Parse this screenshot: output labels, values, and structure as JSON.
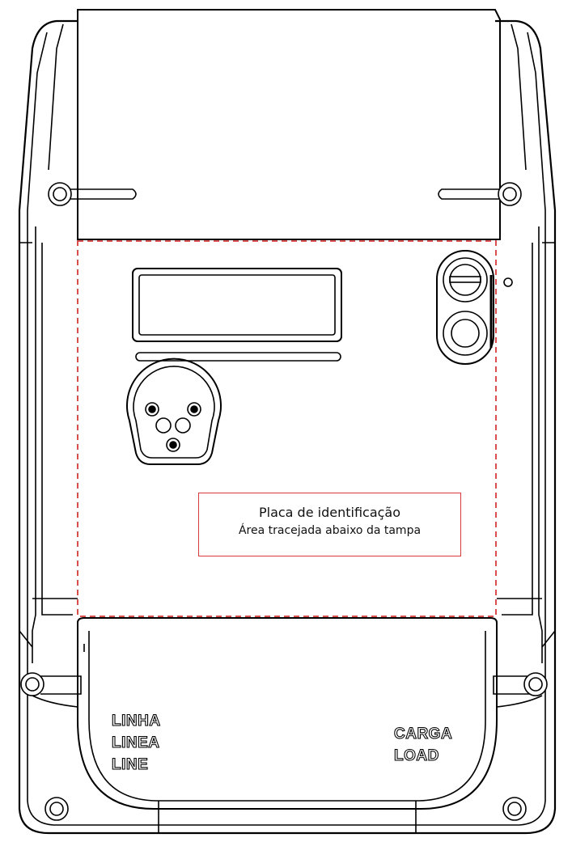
{
  "nameplate_callout": {
    "title": "Placa de identificação",
    "subtitle": "Área tracejada abaixo da tampa",
    "border_color": "#d63a3a"
  },
  "terminal_labels": {
    "line_pt": "LINHA",
    "line_es": "LINEA",
    "line_en": "LINE",
    "load_pt": "CARGA",
    "load_en": "LOAD"
  },
  "colors": {
    "outline": "#000000",
    "dashed_area": "#d63a3a",
    "background": "#ffffff"
  },
  "icons": [
    "mounting-screw-icon",
    "optical-port-icon",
    "push-button-icon",
    "seal-icon",
    "lcd-display-icon"
  ]
}
